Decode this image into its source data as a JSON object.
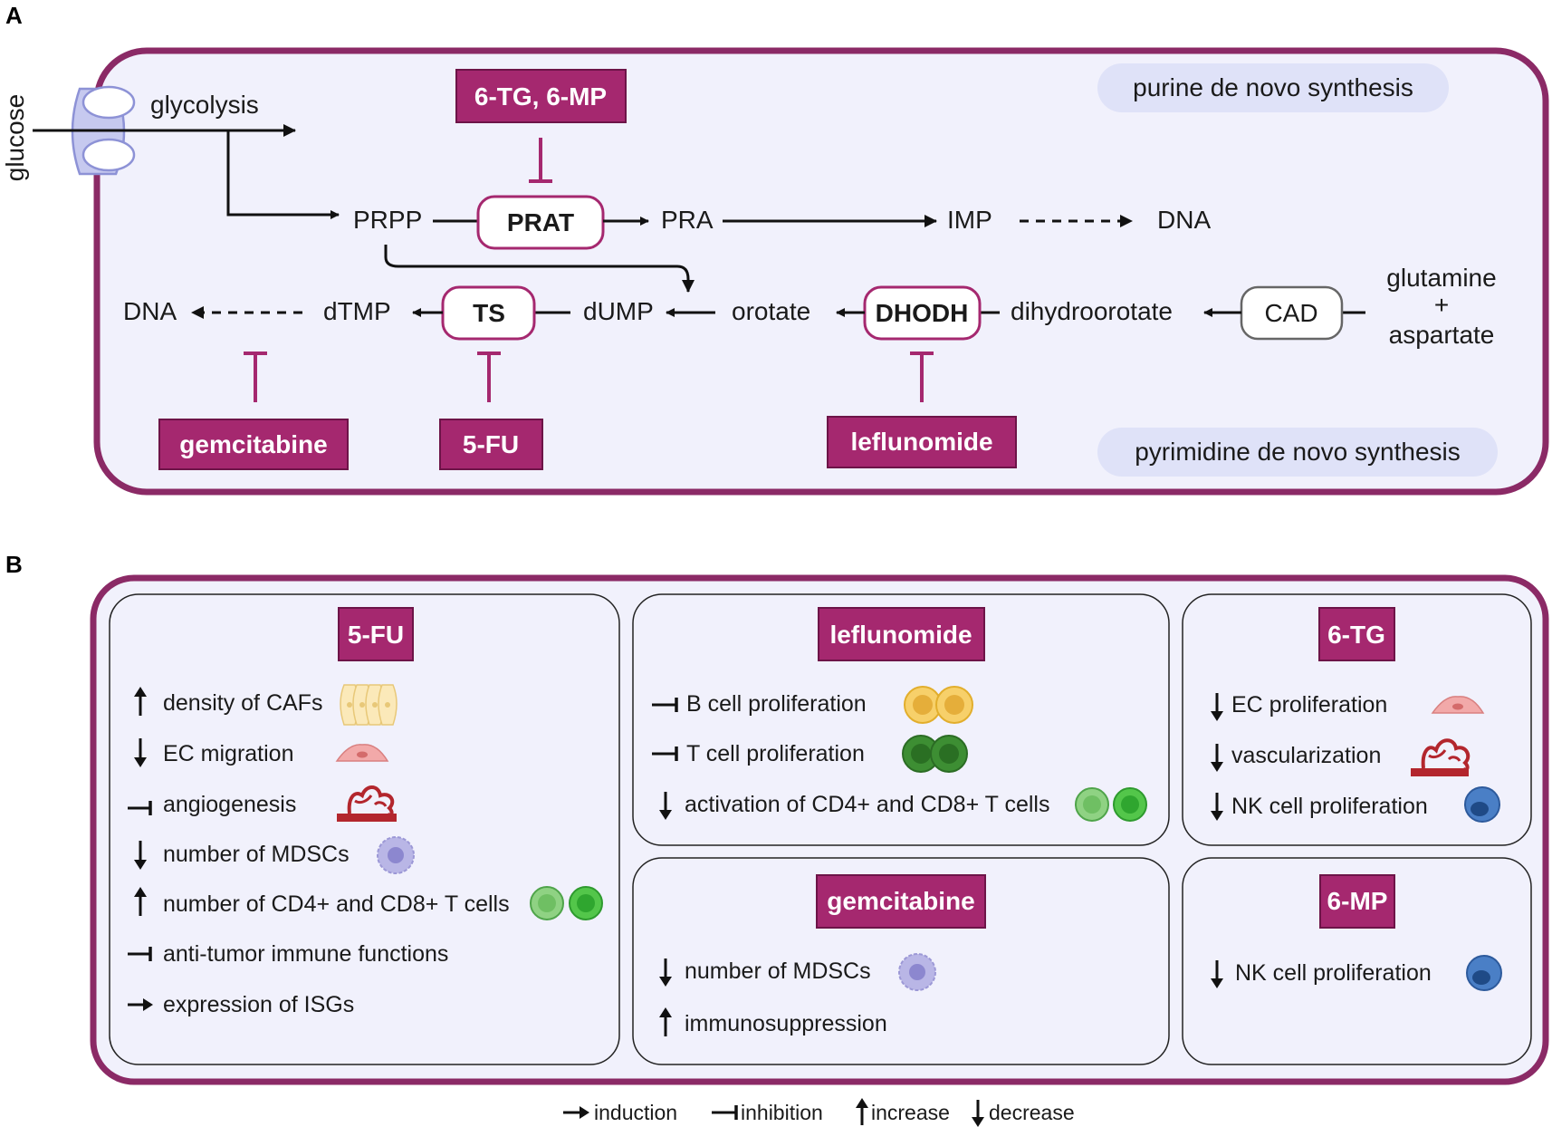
{
  "panels": {
    "a": "A",
    "b": "B"
  },
  "pathway": {
    "glucose": "glucose",
    "glycolysis": "glycolysis",
    "prpp": "PRPP",
    "prat": "PRAT",
    "pra": "PRA",
    "imp": "IMP",
    "dna_right": "DNA",
    "dna_left": "DNA",
    "dtmp": "dTMP",
    "ts": "TS",
    "dump": "dUMP",
    "orotate": "orotate",
    "dhodh": "DHODH",
    "dihydroorotate": "dihydroorotate",
    "cad": "CAD",
    "glutamine": "glutamine",
    "plus": "+",
    "aspartate": "aspartate",
    "purine_label": "purine de novo synthesis",
    "pyrimidine_label": "pyrimidine de novo synthesis",
    "drug_tg_mp": "6-TG, 6-MP",
    "drug_gemcitabine": "gemcitabine",
    "drug_5fu": "5-FU",
    "drug_leflunomide": "leflunomide"
  },
  "effects": {
    "fu": {
      "title": "5-FU",
      "items": [
        "density of CAFs",
        "EC migration",
        "angiogenesis",
        "number of MDSCs",
        "number of CD4+ and CD8+ T cells",
        "anti-tumor immune functions",
        "expression of ISGs"
      ]
    },
    "leflunomide": {
      "title": "leflunomide",
      "items": [
        "B cell proliferation",
        "T cell proliferation",
        "activation of CD4+ and CD8+ T cells"
      ]
    },
    "gemcitabine": {
      "title": "gemcitabine",
      "items": [
        "number of MDSCs",
        "immunosuppression"
      ]
    },
    "tg": {
      "title": "6-TG",
      "items": [
        "EC proliferation",
        "vascularization",
        "NK cell proliferation"
      ]
    },
    "mp": {
      "title": "6-MP",
      "items": [
        "NK cell proliferation"
      ]
    }
  },
  "legend": {
    "induction": "induction",
    "inhibition": "inhibition",
    "increase": "increase",
    "decrease": "decrease"
  },
  "colors": {
    "drug_box": "#a5286f",
    "frame": "#8b2a66",
    "panel_bg": "#f1f1fc",
    "label_pill": "#dfe2f8",
    "t_cell_light": "#7bc96f",
    "t_cell_dark": "#2f8a2f",
    "b_cell": "#f2c34a",
    "nk_cell": "#3d6fb8",
    "mdsc": "#a9a6dc",
    "ec": "#f0a8a8",
    "vessel": "#b3262d"
  }
}
